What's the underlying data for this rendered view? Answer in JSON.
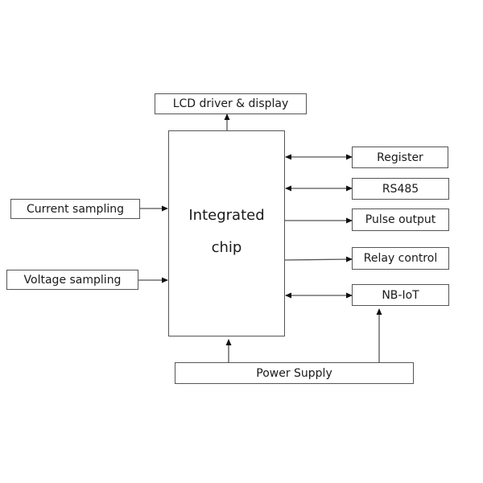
{
  "diagram": {
    "center": {
      "line1": "Integrated",
      "line2": "chip"
    },
    "top": {
      "lcd": "LCD driver & display"
    },
    "left": {
      "current": "Current sampling",
      "voltage": "Voltage sampling"
    },
    "right": {
      "register": "Register",
      "rs485": "RS485",
      "pulse": "Pulse output",
      "relay": "Relay control",
      "nbiot": "NB-IoT"
    },
    "bottom": {
      "power": "Power Supply"
    },
    "connections": [
      {
        "from": "Integrated chip",
        "to": "LCD driver & display",
        "direction": "one-way"
      },
      {
        "from": "Current sampling",
        "to": "Integrated chip",
        "direction": "one-way"
      },
      {
        "from": "Voltage sampling",
        "to": "Integrated chip",
        "direction": "one-way"
      },
      {
        "from": "Integrated chip",
        "to": "Register",
        "direction": "bidirectional"
      },
      {
        "from": "Integrated chip",
        "to": "RS485",
        "direction": "bidirectional"
      },
      {
        "from": "Integrated chip",
        "to": "Pulse output",
        "direction": "one-way"
      },
      {
        "from": "Integrated chip",
        "to": "Relay control",
        "direction": "one-way"
      },
      {
        "from": "Integrated chip",
        "to": "NB-IoT",
        "direction": "bidirectional"
      },
      {
        "from": "Power Supply",
        "to": "Integrated chip",
        "direction": "one-way"
      },
      {
        "from": "Power Supply",
        "to": "NB-IoT",
        "direction": "one-way"
      }
    ]
  }
}
